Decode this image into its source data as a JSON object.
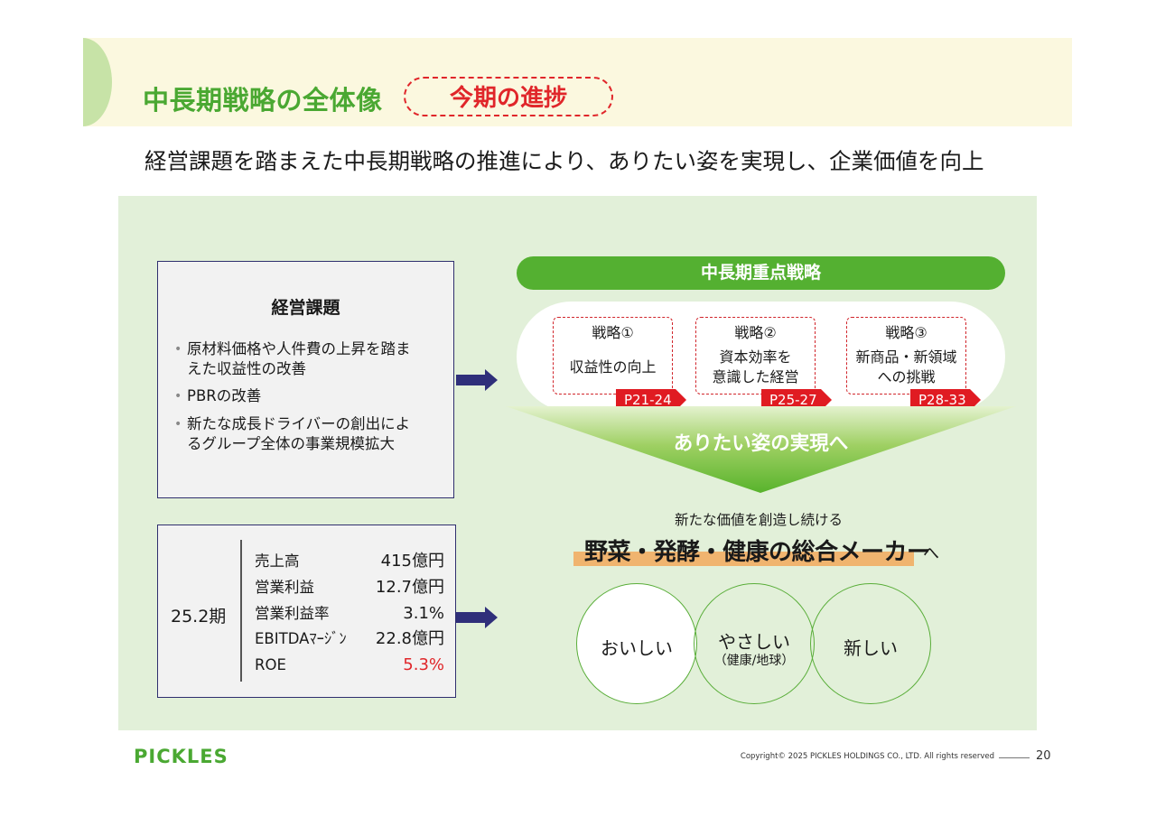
{
  "header": {
    "title": "中長期戦略の全体像",
    "badge": "今期の進捗"
  },
  "subtitle": "経営課題を踏まえた中長期戦略の推進により、ありたい姿を実現し、企業価値を向上",
  "issues": {
    "title": "経営課題",
    "items": [
      {
        "line1": "原材料価格や人件費の上昇を踏ま",
        "line2": "えた収益性の改善"
      },
      {
        "line1": "PBRの改善",
        "line2": ""
      },
      {
        "line1": "新たな成長ドライバーの創出によ",
        "line2": "るグループ全体の事業規模拡大"
      }
    ]
  },
  "results": {
    "period": "25.2期",
    "metrics": [
      {
        "label": "売上高",
        "value": "415億円"
      },
      {
        "label": "営業利益",
        "value": "12.7億円"
      },
      {
        "label": "営業利益率",
        "value": "3.1%"
      },
      {
        "label": "EBITDAﾏｰｼﾞﾝ",
        "value": "22.8億円"
      },
      {
        "label": "ROE",
        "value": "5.3%"
      }
    ],
    "roe_color": "#e0262a"
  },
  "strategy": {
    "header": "中長期重点戦略",
    "items": [
      {
        "title": "戦略①",
        "line1": "収益性の向上",
        "line2": "",
        "pages": "P21-24"
      },
      {
        "title": "戦略②",
        "line1": "資本効率を",
        "line2": "意識した経営",
        "pages": "P25-27"
      },
      {
        "title": "戦略③",
        "line1": "新商品・新領域",
        "line2": "への挑戦",
        "pages": "P28-33"
      }
    ],
    "funnel_label": "ありたい姿の実現へ"
  },
  "vision": {
    "lead": "新たな価値を創造し続ける",
    "main": "野菜・発酵・健康の総合メーカー",
    "suffix": "へ",
    "circles": [
      {
        "main": "おいしい",
        "sub": ""
      },
      {
        "main": "やさしい",
        "sub": "（健康/地球）"
      },
      {
        "main": "新しい",
        "sub": ""
      }
    ]
  },
  "footer": {
    "logo": "PICKLES",
    "copyright": "Copyright© 2025 PICKLES HOLDINGS CO., LTD. All rights reserved",
    "page_number": "20"
  },
  "colors": {
    "brand_green": "#4aa832",
    "panel_green": "#e2f0d9",
    "accent_red": "#e0262a",
    "arrow_navy": "#2f2f7a"
  }
}
